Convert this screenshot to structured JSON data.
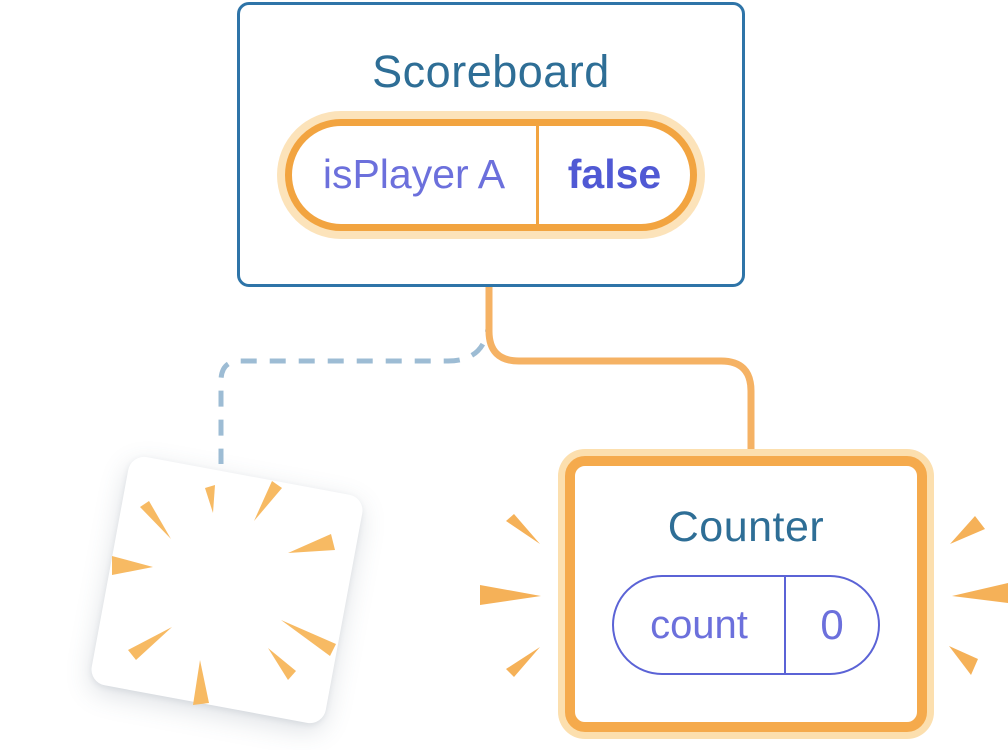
{
  "scoreboard_card": {
    "title": "Scoreboard",
    "state_pill": {
      "label": "isPlayer A",
      "value": "false"
    }
  },
  "counter_card": {
    "title": "Counter",
    "state_pill": {
      "label": "count",
      "value": "0"
    }
  },
  "icons": {
    "sparkles": "sparkles-icon",
    "poof_burst": "poof-burst-icon",
    "emphasis_left": "emphasis-dashes-left-icon",
    "emphasis_right": "emphasis-dashes-right-icon",
    "solid_connector": "connector-line",
    "dashed_connector": "dashed-connector-line"
  },
  "colors": {
    "card_border_blue": "#2e74a8",
    "heading_blue": "#2e6e96",
    "pill_orange": "#f2a440",
    "pill_orange_glow": "#fce3ba",
    "counter_orange": "#f5aa4c",
    "counter_orange_glow": "#fcdfae",
    "connector_orange": "#f5b264",
    "dashed_blue": "#9dbcd4",
    "label_purple": "#6c70dc",
    "value_purple": "#5059d4",
    "counter_pill_purple": "#5b63d6",
    "burst_orange": "#f7ba63",
    "emphasis_orange": "#f5b158",
    "sparkle_orange": "#f3b259",
    "card_white": "#ffffff",
    "canvas_bg": "#ffffff"
  }
}
